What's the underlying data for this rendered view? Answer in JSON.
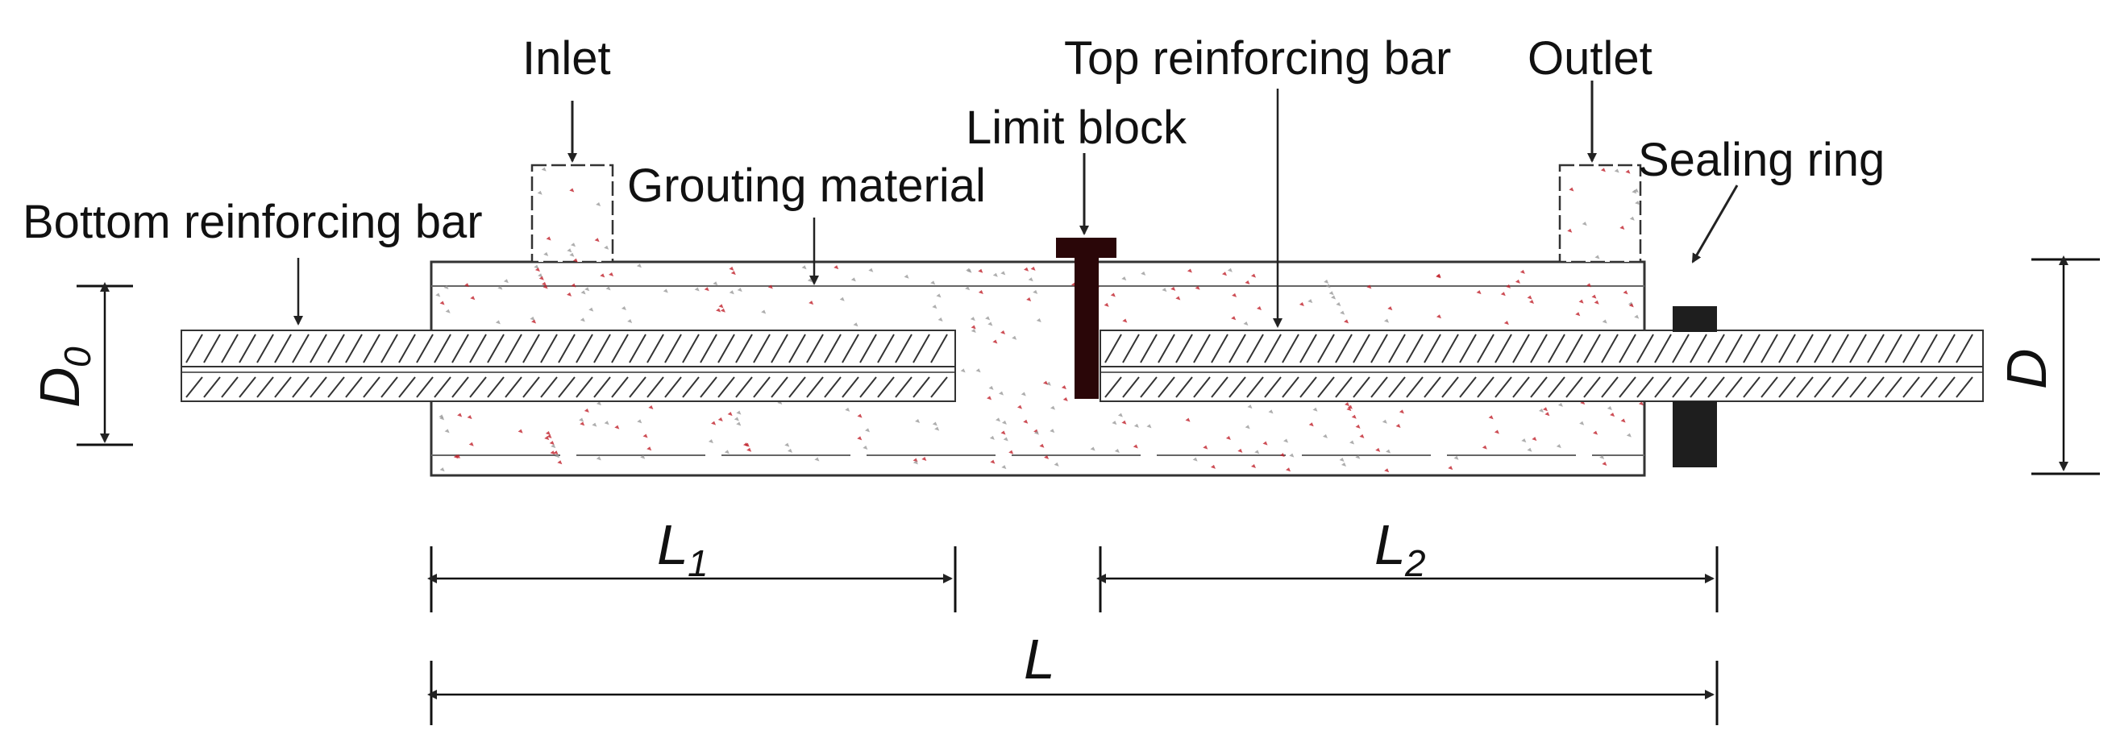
{
  "labels": {
    "inlet": "Inlet",
    "outlet": "Outlet",
    "limit_block": "Limit block",
    "top_bar": "Top reinforcing bar",
    "grouting": "Grouting material",
    "sealing_ring": "Sealing ring",
    "bottom_bar": "Bottom reinforcing bar"
  },
  "dimensions": {
    "d0_main": "D",
    "d0_sub": "0",
    "d": "D",
    "l1_main": "L",
    "l1_sub": "1",
    "l2_main": "L",
    "l2_sub": "2",
    "l": "L"
  },
  "colors": {
    "outline": "#222222",
    "limit_block": "#2a0608",
    "sealing_ring": "#1e1e1e",
    "grout_speckle": "#c0202a"
  }
}
